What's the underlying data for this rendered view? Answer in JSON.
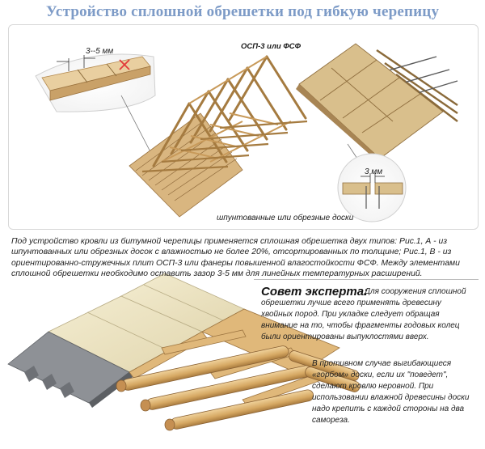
{
  "title": "Устройство сплошной обрешетки под гибкую черепицу",
  "labels": {
    "gap_dim": "3--5 мм",
    "osb": "ОСП-3 или ФСФ",
    "gap_3mm": "3 мм",
    "boards": "шпунтованные или обрезные доски"
  },
  "caption": "Под устройство кровли из битумной черепицы применяется сплошная обрешетка двух типов: Рис.1, А - из шпунтованных или обрезных досок с влажностью не более 20%, отсортированных по толщине; Рис.1, В - из ориентированно-стружечных плит ОСП-3 или фанеры повышенной влагостойкости ФСФ. Между элементами сплошной обрешетки необходимо оставить зазор 3-5 мм для линейных температурных расширений.",
  "advice": {
    "heading": "Совет эксперта:",
    "paragraph1": "Для сооружения сплошной обрешетки лучше всего применять древесину хвойных пород. При укладке следует обращая внимание на то, чтобы фрагменты годовых колец были ориентированы выпуклостями вверх.",
    "paragraph2": "В противном случае выгибающиеся «горбом» доски, если их \"поведет\", сделают кровлю неровной. При использовании влажной древесины доски надо крепить с каждой стороны на два самореза."
  },
  "colors": {
    "title": "#7d9bc7",
    "wood": "#e8c690",
    "wood_dark": "#b48a4f",
    "osb": "#d9bf8c",
    "shingle": "#8e9196"
  }
}
